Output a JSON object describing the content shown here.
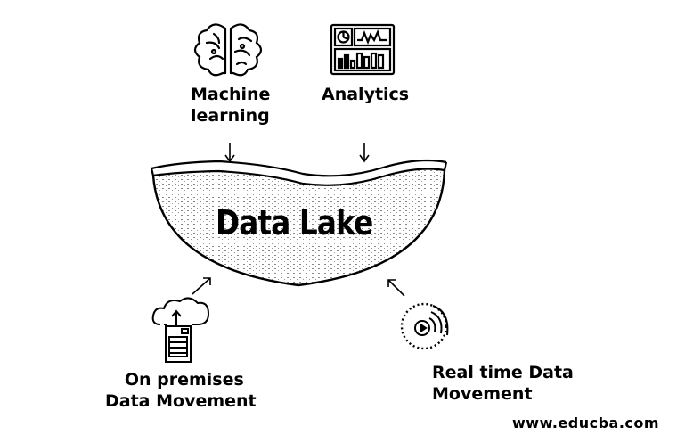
{
  "diagram": {
    "center": {
      "title": "Data Lake"
    },
    "nodes": {
      "machine_learning": {
        "line1": "Machine",
        "line2": "learning",
        "icon": "brain-icon"
      },
      "analytics": {
        "line1": "Analytics",
        "icon": "dashboard-icon"
      },
      "on_premises": {
        "line1": "On premises",
        "line2": "Data Movement",
        "icon": "cloud-server-icon"
      },
      "real_time": {
        "line1": "Real time Data",
        "line2": "Movement",
        "icon": "streaming-icon"
      }
    }
  },
  "watermark": "www.educba.com"
}
